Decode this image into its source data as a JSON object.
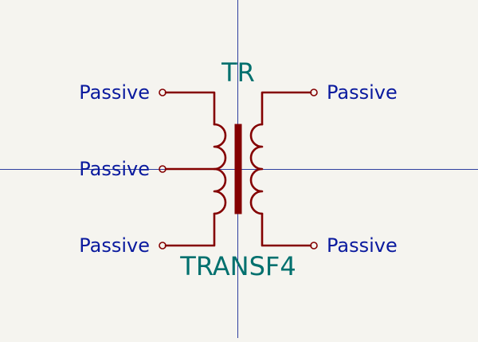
{
  "symbol": {
    "reference": "TR",
    "value": "TRANSF4"
  },
  "pins": {
    "left_top": "Passive",
    "left_middle": "Passive",
    "left_bottom": "Passive",
    "right_top": "Passive",
    "right_bottom": "Passive"
  },
  "colors": {
    "background": "#f5f4ef",
    "wire": "#840000",
    "pin_label": "#0a1a9e",
    "field_text": "#00706e",
    "crosshair": "#2f3f9f"
  }
}
